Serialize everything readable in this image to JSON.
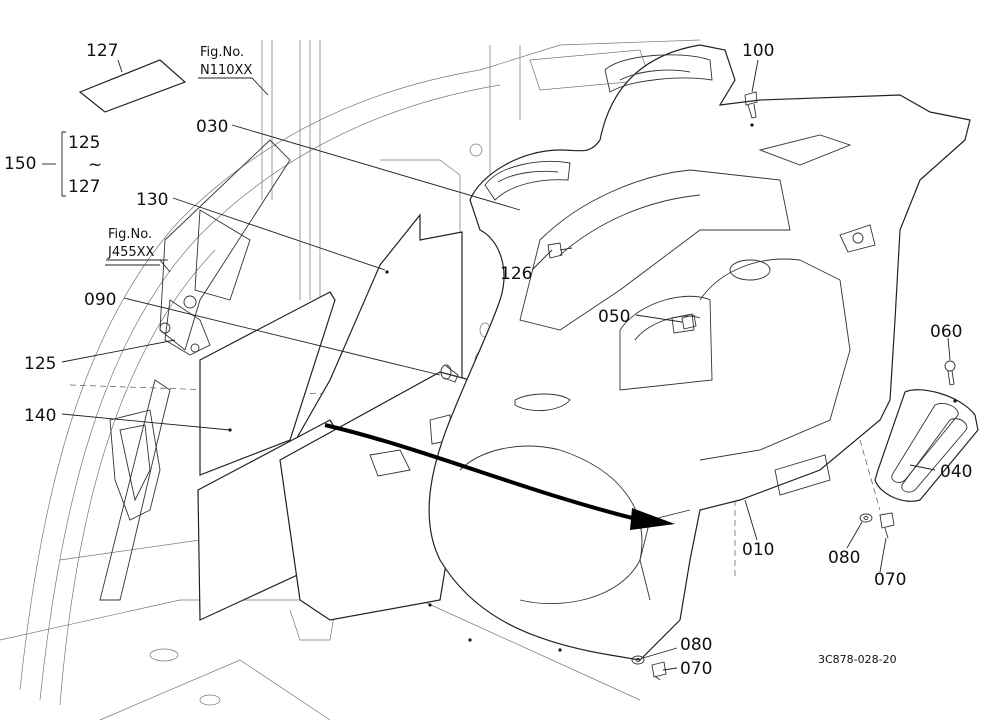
{
  "drawing_id": "3C878-028-20",
  "refs": {
    "fig1_title": "Fig.No.",
    "fig1_code": "N110XX",
    "fig2_title": "Fig.No.",
    "fig2_code": "J455XX"
  },
  "group": {
    "id": "150",
    "from": "125",
    "tilde": "~",
    "to": "127"
  },
  "callouts": {
    "c127": "127",
    "c030": "030",
    "c130": "130",
    "c090": "090",
    "c125": "125",
    "c140": "140",
    "c100": "100",
    "c126": "126",
    "c050": "050",
    "c060": "060",
    "c040": "040",
    "c010": "010",
    "c080a": "080",
    "c070a": "070",
    "c080b": "080",
    "c070b": "070"
  }
}
